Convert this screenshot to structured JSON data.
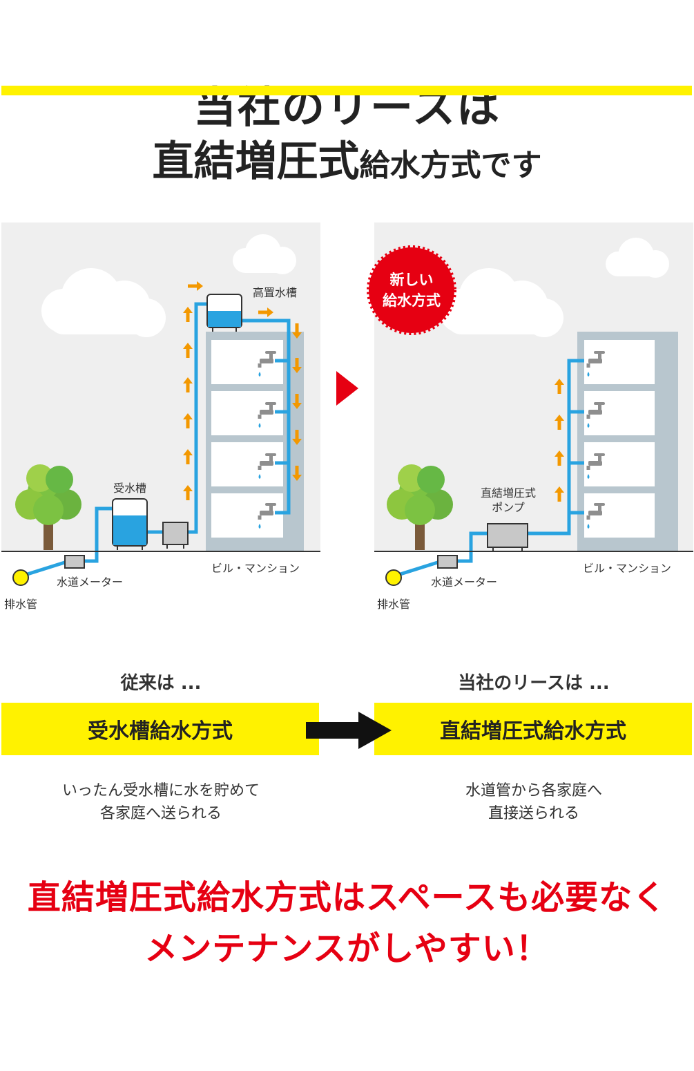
{
  "header": {
    "line1": "当社のリースは",
    "line2_big": "直結増圧式",
    "line2_small": "給水方式です"
  },
  "left_diagram": {
    "tank_label": "受水槽",
    "high_tank_label": "高置水槽",
    "meter_label": "水道メーター",
    "drain_label": "排水管",
    "building_label": "ビル・マンション"
  },
  "right_diagram": {
    "badge_line1": "新しい",
    "badge_line2": "給水方式",
    "pump_label_line1": "直結増圧式",
    "pump_label_line2": "ポンプ",
    "meter_label": "水道メーター",
    "drain_label": "排水管",
    "building_label": "ビル・マンション"
  },
  "comparison": {
    "left_caption": "従来は ...",
    "left_method": "受水槽給水方式",
    "left_desc_line1": "いったん受水槽に水を貯めて",
    "left_desc_line2": "各家庭へ送られる",
    "right_caption": "当社のリースは ...",
    "right_method": "直結増圧式給水方式",
    "right_desc_line1": "水道管から各家庭へ",
    "right_desc_line2": "直接送られる"
  },
  "footer": {
    "line1": "直結増圧式給水方式はスペースも必要なく",
    "line2": "メンテナンスがしやすい！"
  },
  "colors": {
    "accent_yellow": "#fff200",
    "accent_red": "#e60012",
    "pipe_blue": "#29a3e0",
    "flow_orange": "#f39800"
  }
}
